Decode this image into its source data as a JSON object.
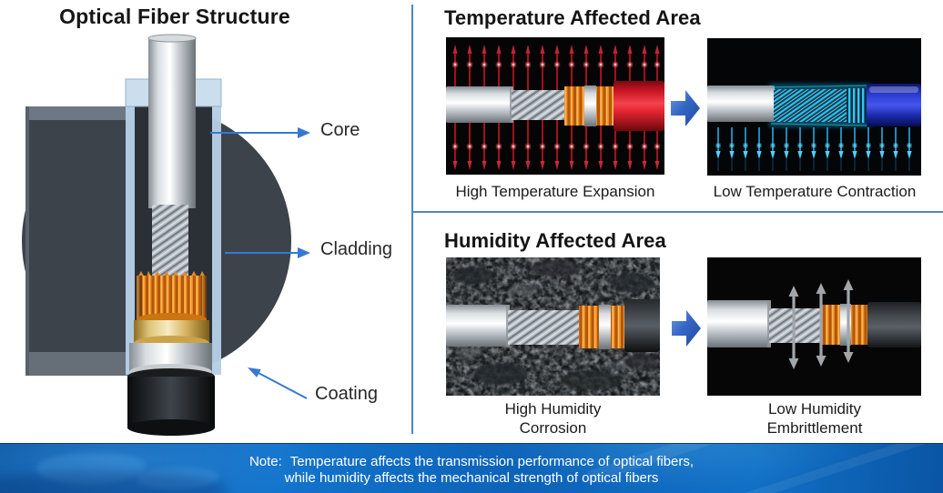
{
  "left_panel": {
    "title": "Optical Fiber Structure",
    "labels": {
      "core": "Core",
      "cladding": "Cladding",
      "coating": "Coating"
    }
  },
  "temperature_section": {
    "heading": "Temperature Affected Area",
    "left_caption": "High Temperature Expansion",
    "right_caption": "Low Temperature Contraction"
  },
  "humidity_section": {
    "heading": "Humidity Affected Area",
    "left_caption": {
      "line1": "High Humidity",
      "line2": "Corrosion"
    },
    "right_caption": {
      "line1": "Low Humidity",
      "line2": "Embrittlement"
    }
  },
  "note_banner": {
    "prefix": "Note:",
    "line1": "Temperature affects the transmission performance of optical fibers,",
    "line2": "while humidity affects the mechanical strength of optical fibers"
  },
  "colors": {
    "divider_blue": "#4d87c5",
    "label_arrow_blue": "#3579d2",
    "transition_arrow_blue": "#2f63c0",
    "banner_blue": "#0d63b8",
    "heat_red": "#d51525",
    "cold_cyan": "#2ab4f2",
    "copper_orange": "#ef9025",
    "cladding_light_blue": "#c9dded"
  }
}
